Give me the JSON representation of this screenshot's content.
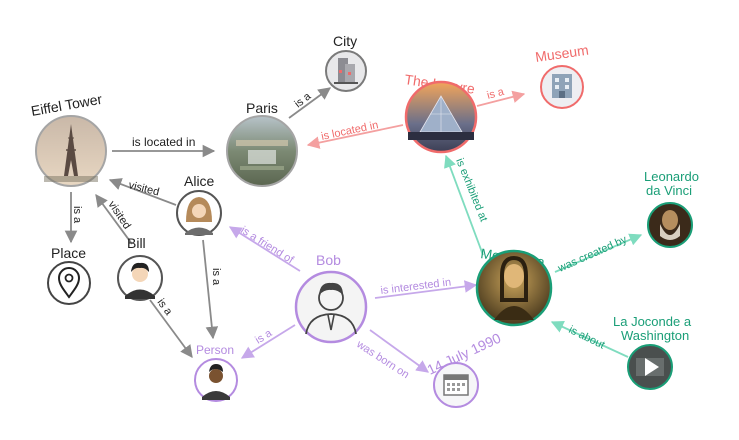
{
  "colors": {
    "gray": "#8a8a8a",
    "red": "#f06b6b",
    "purple": "#b48be0",
    "green": "#3fc7a0",
    "teal_dark": "#1a9e77"
  },
  "nodes": {
    "eiffel_tower": {
      "label": "Eiffel Tower",
      "icon": "eiffel-tower-photo"
    },
    "paris": {
      "label": "Paris",
      "icon": "paris-photo"
    },
    "city": {
      "label": "City",
      "icon": "city-building-icon"
    },
    "the_louvre": {
      "label": "The Louvre",
      "icon": "louvre-pyramid-photo"
    },
    "museum": {
      "label": "Museum",
      "icon": "museum-building-icon"
    },
    "alice": {
      "label": "Alice",
      "icon": "woman-avatar"
    },
    "bill": {
      "label": "Bill",
      "icon": "man-avatar"
    },
    "bob": {
      "label": "Bob",
      "icon": "man-suit-avatar"
    },
    "place": {
      "label": "Place",
      "icon": "location-pin-icon"
    },
    "person": {
      "label": "Person",
      "icon": "person-avatar"
    },
    "mona_lisa": {
      "label": "Mona Lisa",
      "icon": "mona-lisa-painting"
    },
    "leonardo": {
      "label_line1": "Leonardo",
      "label_line2": "da Vinci",
      "icon": "leonardo-portrait"
    },
    "joconde": {
      "label_line1": "La Joconde a",
      "label_line2": "Washington",
      "icon": "video-play-icon"
    },
    "date": {
      "label": "14 July 1990",
      "icon": "calendar-icon"
    }
  },
  "edges": {
    "eiffel_located": "is located in",
    "paris_is_a": "is a",
    "louvre_is_a": "is a",
    "louvre_located": "is located in",
    "alice_visited": "visited",
    "bill_visited": "visited",
    "eiffel_is_a": "is a",
    "alice_is_a": "is a",
    "bill_is_a": "is a",
    "bob_friend": "is a friend of",
    "bob_is_a": "is a",
    "bob_interested": "is interested in",
    "bob_born": "was born on",
    "mona_exhibited": "is exhibited at",
    "mona_created": "was created by",
    "joconde_about": "is about"
  }
}
